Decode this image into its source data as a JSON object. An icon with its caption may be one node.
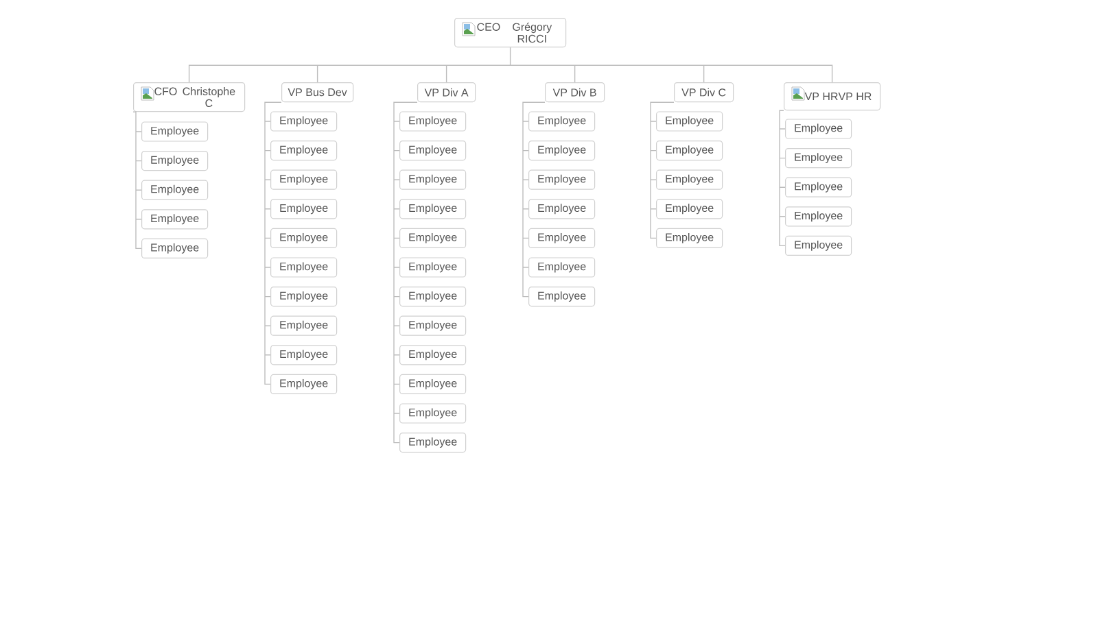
{
  "diagram": {
    "nodes": [
      {
        "text": [
          "CEO",
          "Grégory RICCI"
        ]
      },
      {
        "text": [
          "CFO",
          "Christophe C"
        ]
      },
      {
        "text": [
          "VP Bus Dev"
        ]
      },
      {
        "text": [
          "VP Div A"
        ]
      },
      {
        "text": [
          "VP Div B"
        ]
      },
      {
        "text": [
          "VP Div C"
        ]
      },
      {
        "text": [
          "VP HR",
          "VP HR"
        ]
      },
      {
        "text": [
          "Employee"
        ]
      },
      {
        "text": [
          "Employee"
        ]
      },
      {
        "text": [
          "Employee"
        ]
      },
      {
        "text": [
          "Employee"
        ]
      },
      {
        "text": [
          "Employee"
        ]
      },
      {
        "text": [
          "Employee"
        ]
      },
      {
        "text": [
          "Employee"
        ]
      },
      {
        "text": [
          "Employee"
        ]
      },
      {
        "text": [
          "Employee"
        ]
      },
      {
        "text": [
          "Employee"
        ]
      },
      {
        "text": [
          "Employee"
        ]
      },
      {
        "text": [
          "Employee"
        ]
      },
      {
        "text": [
          "Employee"
        ]
      },
      {
        "text": [
          "Employee"
        ]
      },
      {
        "text": [
          "Employee"
        ]
      },
      {
        "text": [
          "Employee"
        ]
      },
      {
        "text": [
          "Employee"
        ]
      },
      {
        "text": [
          "Employee"
        ]
      },
      {
        "text": [
          "Employee"
        ]
      },
      {
        "text": [
          "Employee"
        ]
      },
      {
        "text": [
          "Employee"
        ]
      },
      {
        "text": [
          "Employee"
        ]
      },
      {
        "text": [
          "Employee"
        ]
      },
      {
        "text": [
          "Employee"
        ]
      },
      {
        "text": [
          "Employee"
        ]
      },
      {
        "text": [
          "Employee"
        ]
      },
      {
        "text": [
          "Employee"
        ]
      },
      {
        "text": [
          "Employee"
        ]
      },
      {
        "text": [
          "Employee"
        ]
      },
      {
        "text": [
          "Employee"
        ]
      },
      {
        "text": [
          "Employee"
        ]
      },
      {
        "text": [
          "Employee"
        ]
      },
      {
        "text": [
          "Employee"
        ]
      },
      {
        "text": [
          "Employee"
        ]
      },
      {
        "text": [
          "Employee"
        ]
      },
      {
        "text": [
          "Employee"
        ]
      },
      {
        "text": [
          "Employee"
        ]
      },
      {
        "text": [
          "Employee"
        ]
      },
      {
        "text": [
          "Employee"
        ]
      },
      {
        "text": [
          "Employee"
        ]
      },
      {
        "text": [
          "Employee"
        ]
      },
      {
        "text": [
          "Employee"
        ]
      },
      {
        "text": [
          "Employee"
        ]
      },
      {
        "text": [
          "Employee"
        ]
      }
    ],
    "edges": [
      {
        "from": 0,
        "to": 1,
        "arrow": "none"
      },
      {
        "from": 0,
        "to": 2,
        "arrow": "none"
      },
      {
        "from": 0,
        "to": 3,
        "arrow": "none"
      },
      {
        "from": 0,
        "to": 4,
        "arrow": "none"
      },
      {
        "from": 0,
        "to": 5,
        "arrow": "none"
      },
      {
        "from": 0,
        "to": 6,
        "arrow": "none"
      },
      {
        "from": 1,
        "to": 7,
        "arrow": "none"
      },
      {
        "from": 1,
        "to": 8,
        "arrow": "none"
      },
      {
        "from": 1,
        "to": 9,
        "arrow": "none"
      },
      {
        "from": 1,
        "to": 10,
        "arrow": "none"
      },
      {
        "from": 1,
        "to": 11,
        "arrow": "none"
      },
      {
        "from": 2,
        "to": 12,
        "arrow": "none"
      },
      {
        "from": 2,
        "to": 13,
        "arrow": "none"
      },
      {
        "from": 2,
        "to": 14,
        "arrow": "none"
      },
      {
        "from": 2,
        "to": 15,
        "arrow": "none"
      },
      {
        "from": 2,
        "to": 16,
        "arrow": "none"
      },
      {
        "from": 2,
        "to": 17,
        "arrow": "none"
      },
      {
        "from": 2,
        "to": 18,
        "arrow": "none"
      },
      {
        "from": 2,
        "to": 19,
        "arrow": "none"
      },
      {
        "from": 2,
        "to": 20,
        "arrow": "none"
      },
      {
        "from": 2,
        "to": 21,
        "arrow": "none"
      },
      {
        "from": 3,
        "to": 22,
        "arrow": "none"
      },
      {
        "from": 3,
        "to": 23,
        "arrow": "none"
      },
      {
        "from": 3,
        "to": 24,
        "arrow": "none"
      },
      {
        "from": 3,
        "to": 25,
        "arrow": "none"
      },
      {
        "from": 3,
        "to": 26,
        "arrow": "none"
      },
      {
        "from": 3,
        "to": 27,
        "arrow": "none"
      },
      {
        "from": 3,
        "to": 28,
        "arrow": "none"
      },
      {
        "from": 3,
        "to": 29,
        "arrow": "none"
      },
      {
        "from": 3,
        "to": 30,
        "arrow": "none"
      },
      {
        "from": 3,
        "to": 31,
        "arrow": "none"
      },
      {
        "from": 3,
        "to": 32,
        "arrow": "none"
      },
      {
        "from": 3,
        "to": 33,
        "arrow": "none"
      },
      {
        "from": 4,
        "to": 34,
        "arrow": "none"
      },
      {
        "from": 4,
        "to": 35,
        "arrow": "none"
      },
      {
        "from": 4,
        "to": 36,
        "arrow": "none"
      },
      {
        "from": 4,
        "to": 37,
        "arrow": "none"
      },
      {
        "from": 4,
        "to": 38,
        "arrow": "none"
      },
      {
        "from": 4,
        "to": 39,
        "arrow": "none"
      },
      {
        "from": 4,
        "to": 40,
        "arrow": "none"
      },
      {
        "from": 5,
        "to": 41,
        "arrow": "none"
      },
      {
        "from": 5,
        "to": 42,
        "arrow": "none"
      },
      {
        "from": 5,
        "to": 43,
        "arrow": "none"
      },
      {
        "from": 5,
        "to": 44,
        "arrow": "none"
      },
      {
        "from": 5,
        "to": 45,
        "arrow": "none"
      },
      {
        "from": 6,
        "to": 46,
        "arrow": "none"
      },
      {
        "from": 6,
        "to": 47,
        "arrow": "none"
      },
      {
        "from": 6,
        "to": 48,
        "arrow": "none"
      },
      {
        "from": 6,
        "to": 49,
        "arrow": "none"
      },
      {
        "from": 6,
        "to": 50,
        "arrow": "none"
      }
    ]
  }
}
